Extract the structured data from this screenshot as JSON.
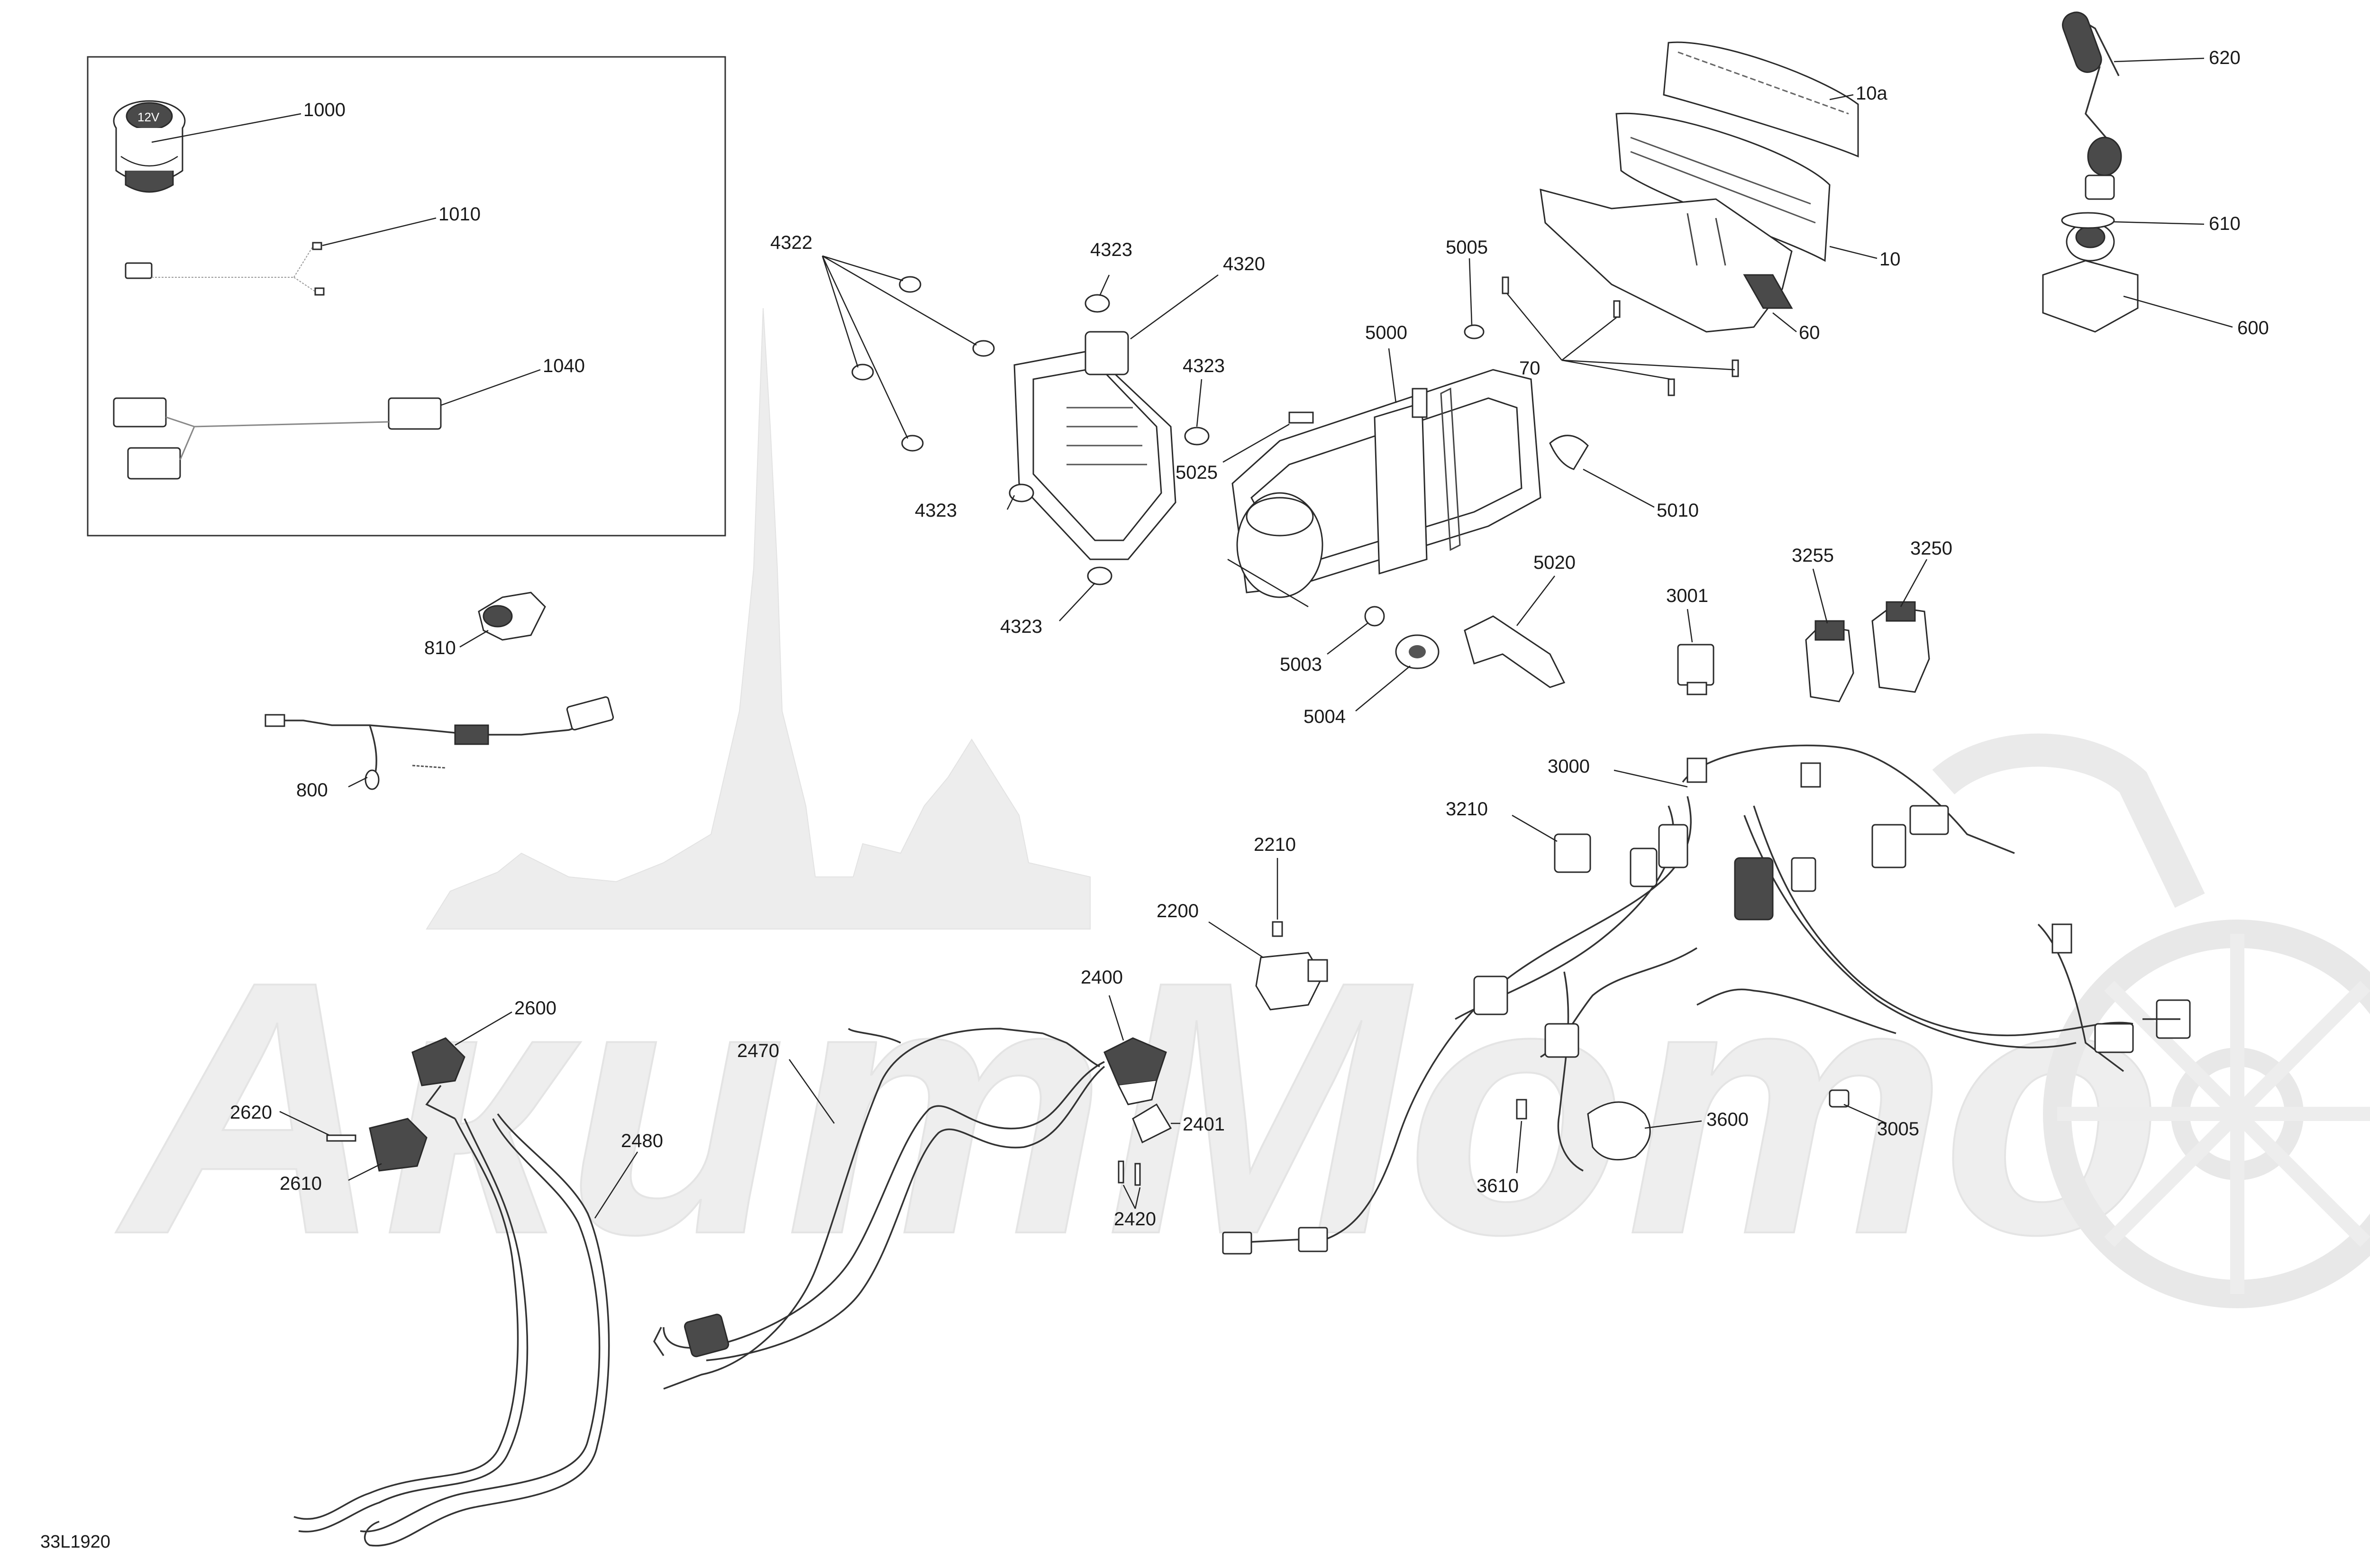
{
  "diagram": {
    "reference_code": "33L1920",
    "watermark_text": "АкитМото",
    "callouts": [
      {
        "id": "c1000",
        "label": "1000"
      },
      {
        "id": "c1010",
        "label": "1010"
      },
      {
        "id": "c1040",
        "label": "1040"
      },
      {
        "id": "c4322",
        "label": "4322"
      },
      {
        "id": "c4323a",
        "label": "4323"
      },
      {
        "id": "c4320",
        "label": "4320"
      },
      {
        "id": "c4323b",
        "label": "4323"
      },
      {
        "id": "c4323c",
        "label": "4323"
      },
      {
        "id": "c4323d",
        "label": "4323"
      },
      {
        "id": "c5025",
        "label": "5025"
      },
      {
        "id": "c5000",
        "label": "5000"
      },
      {
        "id": "c5005",
        "label": "5005"
      },
      {
        "id": "c70",
        "label": "70"
      },
      {
        "id": "c5010",
        "label": "5010"
      },
      {
        "id": "c5020",
        "label": "5020"
      },
      {
        "id": "c5003",
        "label": "5003"
      },
      {
        "id": "c5004",
        "label": "5004"
      },
      {
        "id": "c10a",
        "label": "10a"
      },
      {
        "id": "c10",
        "label": "10"
      },
      {
        "id": "c60",
        "label": "60"
      },
      {
        "id": "c620",
        "label": "620"
      },
      {
        "id": "c610",
        "label": "610"
      },
      {
        "id": "c600",
        "label": "600"
      },
      {
        "id": "c3255",
        "label": "3255"
      },
      {
        "id": "c3250",
        "label": "3250"
      },
      {
        "id": "c3001",
        "label": "3001"
      },
      {
        "id": "c3000",
        "label": "3000"
      },
      {
        "id": "c3210",
        "label": "3210"
      },
      {
        "id": "c810",
        "label": "810"
      },
      {
        "id": "c800",
        "label": "800"
      },
      {
        "id": "c2210",
        "label": "2210"
      },
      {
        "id": "c2200",
        "label": "2200"
      },
      {
        "id": "c2400",
        "label": "2400"
      },
      {
        "id": "c2401",
        "label": "2401"
      },
      {
        "id": "c2420",
        "label": "2420"
      },
      {
        "id": "c2470",
        "label": "2470"
      },
      {
        "id": "c2480",
        "label": "2480"
      },
      {
        "id": "c2600",
        "label": "2600"
      },
      {
        "id": "c2620",
        "label": "2620"
      },
      {
        "id": "c2610",
        "label": "2610"
      },
      {
        "id": "c3600",
        "label": "3600"
      },
      {
        "id": "c3610",
        "label": "3610"
      },
      {
        "id": "c3005",
        "label": "3005"
      }
    ],
    "outlet_marking": "12V"
  }
}
